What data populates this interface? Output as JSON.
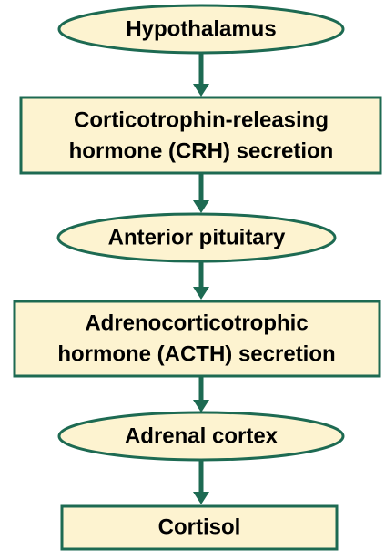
{
  "diagram": {
    "nodes": [
      {
        "shape": "ellipse",
        "lines": [
          "Hypothalamus"
        ]
      },
      {
        "shape": "rect",
        "lines": [
          "Corticotrophin-releasing",
          "hormone (CRH) secretion"
        ]
      },
      {
        "shape": "ellipse",
        "lines": [
          "Anterior pituitary"
        ]
      },
      {
        "shape": "rect",
        "lines": [
          "Adrenocorticotrophic",
          "hormone (ACTH) secretion"
        ]
      },
      {
        "shape": "ellipse",
        "lines": [
          "Adrenal cortex"
        ]
      },
      {
        "shape": "rect",
        "lines": [
          "Cortisol"
        ]
      }
    ],
    "colors": {
      "fill": "#fdf3d0",
      "stroke": "#1d6a52",
      "arrow": "#1d6a52",
      "text": "#000000"
    }
  }
}
